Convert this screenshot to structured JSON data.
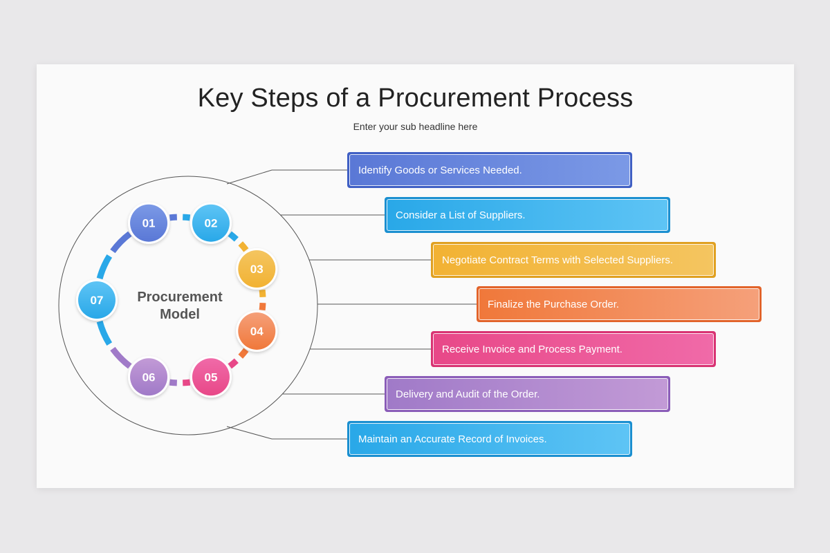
{
  "title": "Key Steps of a Procurement Process",
  "subtitle": "Enter your sub headline here",
  "center_label": [
    "Procurement",
    "Model"
  ],
  "steps": [
    {
      "num": "01",
      "text": "Identify Goods or Services Needed.",
      "color": "#5a78d6",
      "color_light": "#7b99e6",
      "border": "#3f5fc4"
    },
    {
      "num": "02",
      "text": "Consider  a List of Suppliers.",
      "color": "#29a8e8",
      "color_light": "#5ec4f5",
      "border": "#1a8fd0"
    },
    {
      "num": "03",
      "text": "Negotiate Contract Terms with Selected Suppliers.",
      "color": "#f2b233",
      "color_light": "#f4c560",
      "border": "#e0a020"
    },
    {
      "num": "04",
      "text": "Finalize the Purchase Order.",
      "color": "#f0783a",
      "color_light": "#f5a07a",
      "border": "#e2632a"
    },
    {
      "num": "05",
      "text": "Receive Invoice and Process Payment.",
      "color": "#e84888",
      "color_light": "#f06aa8",
      "border": "#d83272"
    },
    {
      "num": "06",
      "text": "Delivery and Audit of the Order.",
      "color": "#a07ac8",
      "color_light": "#c29ad6",
      "border": "#8a5cb8"
    },
    {
      "num": "07",
      "text": "Maintain an Accurate Record of Invoices.",
      "color": "#29a8e8",
      "color_light": "#5ec4f5",
      "border": "#1a8fd0"
    }
  ]
}
